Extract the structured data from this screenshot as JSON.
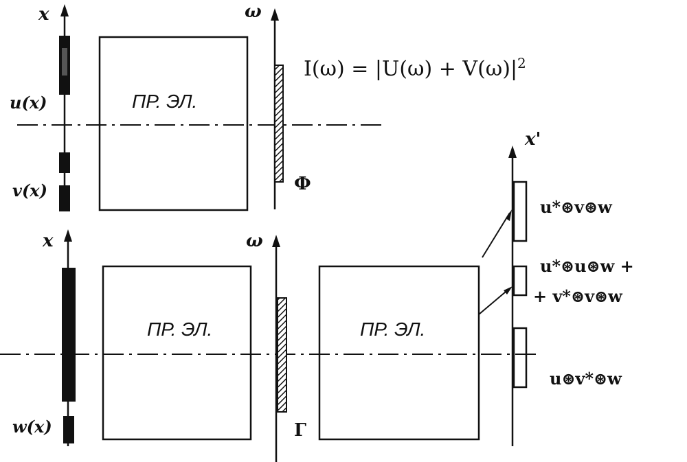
{
  "colors": {
    "ink": "#111111",
    "paper": "#ffffff"
  },
  "top": {
    "axis_x": "x",
    "axis_w": "ω",
    "box_label": "ПР. ЭЛ.",
    "u_label": "u(x)",
    "v_label": "v(x)",
    "filter_label": "Ф",
    "equation": "I(ω) = |U(ω) + V(ω)|",
    "equation_power": "2"
  },
  "bottom": {
    "axis_x": "x",
    "axis_w": "ω",
    "axis_x_out": "x'",
    "box1_label": "ПР. ЭЛ.",
    "box2_label": "ПР. ЭЛ.",
    "w_label": "w(x)",
    "hologram_label": "Г",
    "out1": "u*⊛v⊛w",
    "out2_line1": "u*⊛u⊛w +",
    "out2_line2": "+ v*⊛v⊛w",
    "out3": "u⊛v*⊛w"
  }
}
